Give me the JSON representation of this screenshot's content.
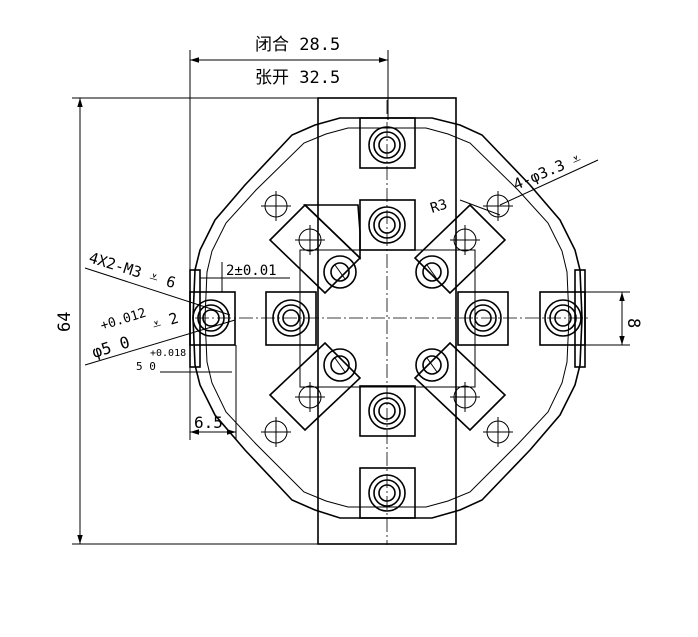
{
  "dimensions": {
    "closed": "闭合 28.5",
    "open": "张开 32.5",
    "height": "64",
    "thread_holes": "4X2-M3 ⩡ 6",
    "radius": "R3",
    "mount_holes": "4-φ3.3 ⩡",
    "flatness": "2±0.01",
    "hole_dia": "φ5 0",
    "hole_tol_plus": "+0.012",
    "hole_depth": "⩡ 2",
    "slot_width": "5 0",
    "slot_tol": "+0.018",
    "offset": "6.5",
    "jaw_height": "8"
  }
}
